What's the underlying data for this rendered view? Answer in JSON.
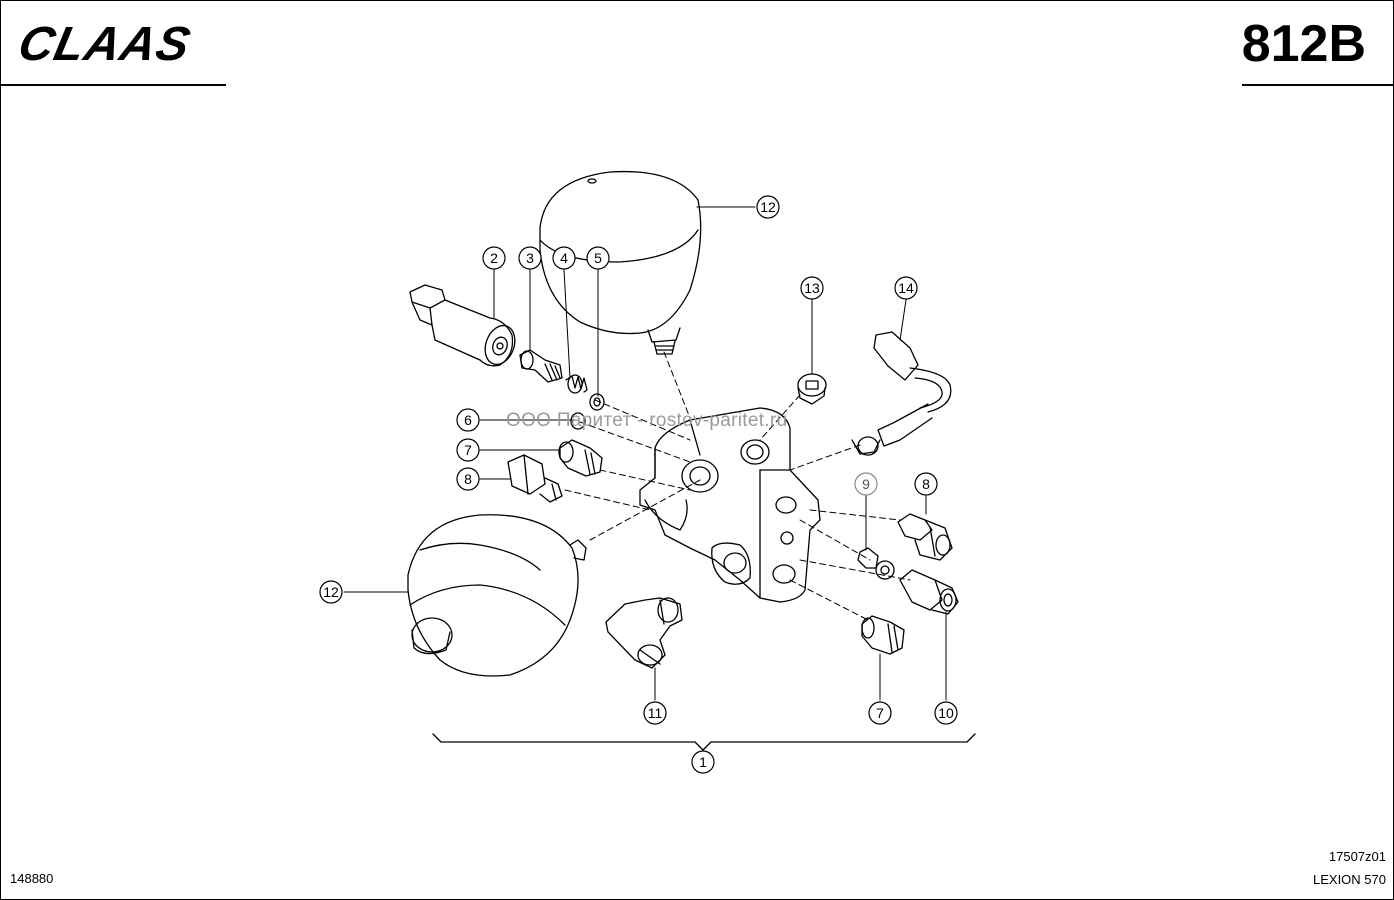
{
  "header": {
    "brand_logo": "CLAAS",
    "page_number": "812B"
  },
  "footer": {
    "left_code": "148880",
    "drawing_code": "17507z01",
    "model": "LEXION 570"
  },
  "watermark": "ООО Паритет - rostov-paritet.ru",
  "callouts": {
    "c1": "1",
    "c2": "2",
    "c3": "3",
    "c4": "4",
    "c5": "5",
    "c6": "6",
    "c7a": "7",
    "c7b": "7",
    "c8a": "8",
    "c8b": "8",
    "c9": "9",
    "c10": "10",
    "c11": "11",
    "c12a": "12",
    "c12b": "12",
    "c13": "13",
    "c14": "14"
  }
}
